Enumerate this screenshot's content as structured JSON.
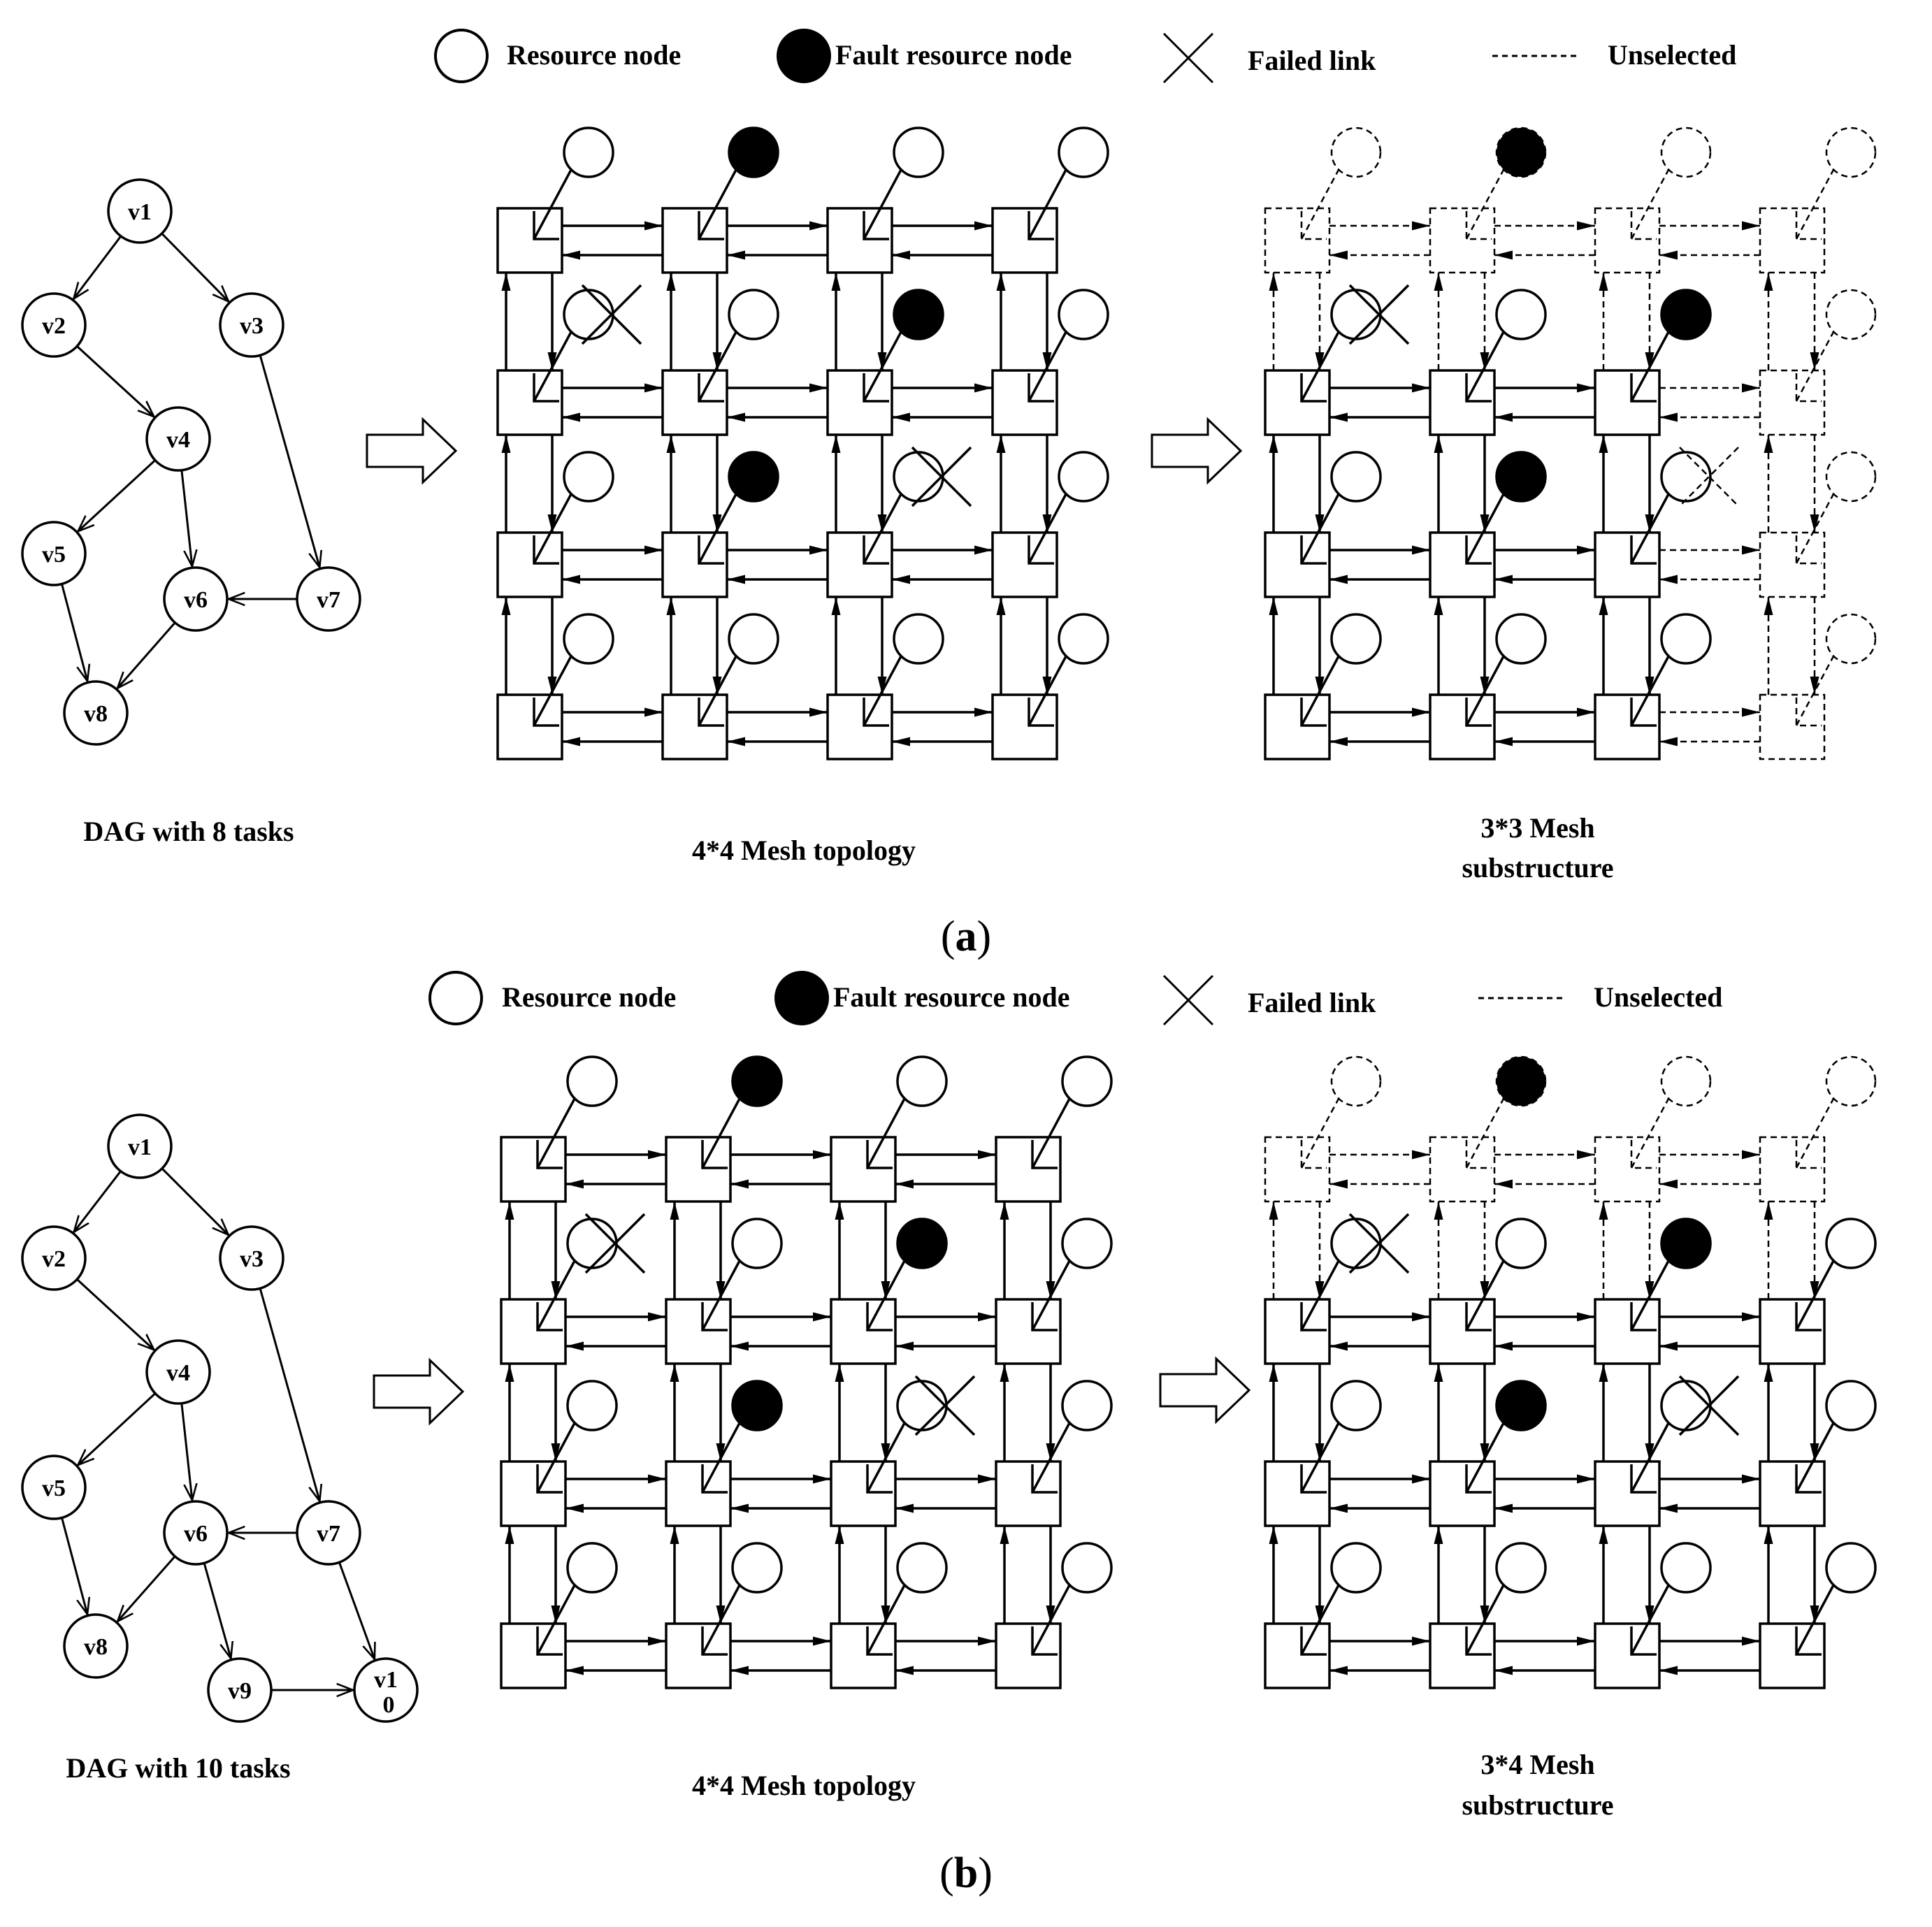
{
  "legend": {
    "resource_node": "Resource node",
    "fault_resource_node": "Fault resource node",
    "failed_link": "Failed link",
    "unselected": "Unselected"
  },
  "panels": [
    {
      "id": "a",
      "label_open": "(",
      "label_letter": "a",
      "label_close": ")",
      "dag_caption": "DAG with 8 tasks",
      "mesh_caption": "4*4 Mesh topology",
      "sub_caption_line1": "3*3 Mesh",
      "sub_caption_line2": "substructure",
      "dag_nodes": [
        {
          "id": "v1",
          "line1": "v1",
          "line2": ""
        },
        {
          "id": "v2",
          "line1": "v2",
          "line2": ""
        },
        {
          "id": "v3",
          "line1": "v3",
          "line2": ""
        },
        {
          "id": "v4",
          "line1": "v4",
          "line2": ""
        },
        {
          "id": "v5",
          "line1": "v5",
          "line2": ""
        },
        {
          "id": "v6",
          "line1": "v6",
          "line2": ""
        },
        {
          "id": "v7",
          "line1": "v7",
          "line2": ""
        },
        {
          "id": "v8",
          "line1": "v8",
          "line2": ""
        }
      ],
      "dag_edges": [
        [
          "v1",
          "v2"
        ],
        [
          "v1",
          "v3"
        ],
        [
          "v2",
          "v4"
        ],
        [
          "v3",
          "v7"
        ],
        [
          "v4",
          "v5"
        ],
        [
          "v4",
          "v6"
        ],
        [
          "v7",
          "v6"
        ],
        [
          "v5",
          "v8"
        ],
        [
          "v6",
          "v8"
        ]
      ],
      "fault_nodes": [
        [
          0,
          1
        ],
        [
          1,
          2
        ],
        [
          2,
          1
        ]
      ],
      "failed_links": [
        [
          1,
          0.5
        ],
        [
          2,
          2.5
        ]
      ],
      "selected_cols": [
        0,
        1,
        2
      ],
      "selected_rows": [
        1,
        2,
        3
      ]
    },
    {
      "id": "b",
      "label_open": "(",
      "label_letter": "b",
      "label_close": ")",
      "dag_caption": "DAG with 10 tasks",
      "mesh_caption": "4*4 Mesh topology",
      "sub_caption_line1": "3*4 Mesh",
      "sub_caption_line2": "substructure",
      "dag_nodes": [
        {
          "id": "v1",
          "line1": "v1",
          "line2": ""
        },
        {
          "id": "v2",
          "line1": "v2",
          "line2": ""
        },
        {
          "id": "v3",
          "line1": "v3",
          "line2": ""
        },
        {
          "id": "v4",
          "line1": "v4",
          "line2": ""
        },
        {
          "id": "v5",
          "line1": "v5",
          "line2": ""
        },
        {
          "id": "v6",
          "line1": "v6",
          "line2": ""
        },
        {
          "id": "v7",
          "line1": "v7",
          "line2": ""
        },
        {
          "id": "v8",
          "line1": "v8",
          "line2": ""
        },
        {
          "id": "v9",
          "line1": "v9",
          "line2": ""
        },
        {
          "id": "v10",
          "line1": "v1",
          "line2": "0"
        }
      ],
      "dag_edges": [
        [
          "v1",
          "v2"
        ],
        [
          "v1",
          "v3"
        ],
        [
          "v2",
          "v4"
        ],
        [
          "v3",
          "v7"
        ],
        [
          "v4",
          "v5"
        ],
        [
          "v4",
          "v6"
        ],
        [
          "v7",
          "v6"
        ],
        [
          "v5",
          "v8"
        ],
        [
          "v6",
          "v8"
        ],
        [
          "v6",
          "v9"
        ],
        [
          "v7",
          "v10"
        ],
        [
          "v9",
          "v10"
        ]
      ],
      "fault_nodes": [
        [
          0,
          1
        ],
        [
          1,
          2
        ],
        [
          2,
          1
        ]
      ],
      "failed_links": [
        [
          1,
          0.5
        ],
        [
          2,
          2.5
        ]
      ],
      "selected_cols": [
        0,
        1,
        2,
        3
      ],
      "selected_rows": [
        1,
        2,
        3
      ]
    }
  ]
}
